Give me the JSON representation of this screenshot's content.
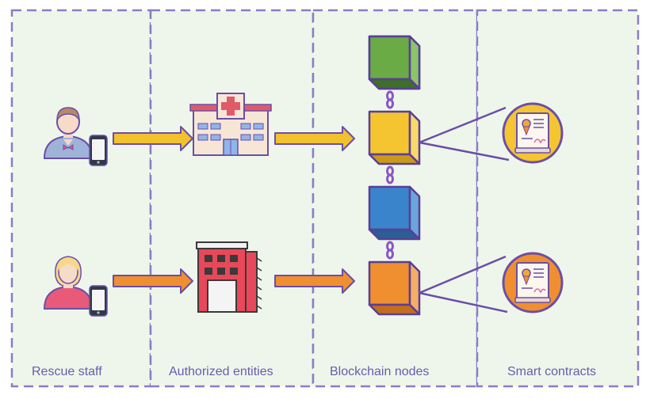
{
  "columns": [
    {
      "label": "Rescue staff"
    },
    {
      "label": "Authorized entities"
    },
    {
      "label": "Blockchain nodes"
    },
    {
      "label": "Smart contracts"
    }
  ],
  "colors": {
    "panel_fill": "#eef6ec",
    "panel_border": "#8a7cc4",
    "label_text": "#6a5cab",
    "arrow_yellow": "#f2c12e",
    "arrow_orange": "#ef8f2f",
    "arrow_outline": "#6b4ea8",
    "chain": "#8a55c8",
    "contract_line": "#6b4ea8",
    "node_green": "#6aab45",
    "node_yellow": "#f4c531",
    "node_blue": "#3a84cc",
    "node_orange": "#ef8f2f"
  },
  "icons": {
    "staff_male": "person-with-phone-icon",
    "staff_female": "person-with-phone-icon",
    "hospital": "hospital-icon",
    "fire_station": "fire-station-icon",
    "node": "cube-icon",
    "contract": "certificate-icon"
  }
}
